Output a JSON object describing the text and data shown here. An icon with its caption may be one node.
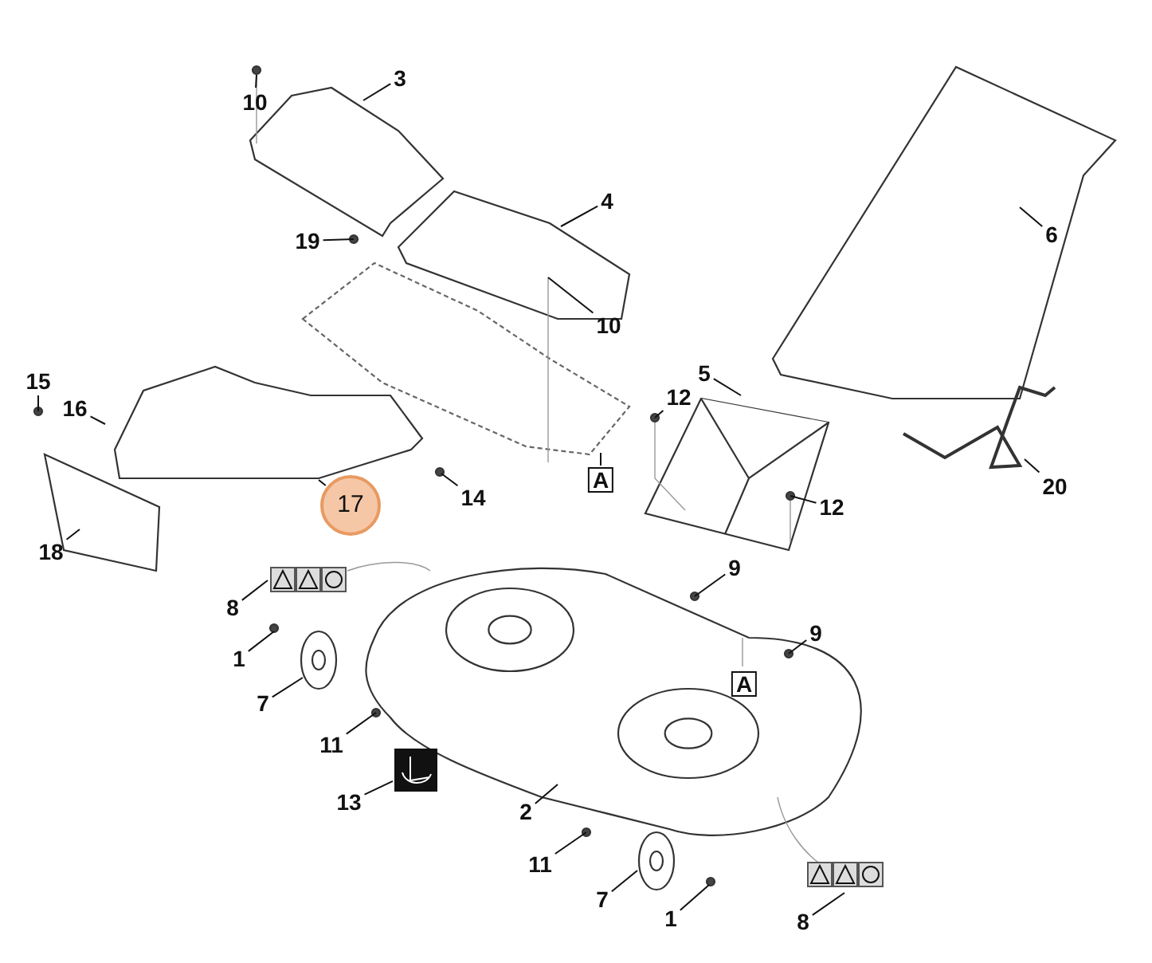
{
  "diagram": {
    "nodes": [
      {
        "text": [
          "10"
        ]
      },
      {
        "text": [
          "3"
        ]
      },
      {
        "text": [
          "4"
        ]
      },
      {
        "text": [
          "19"
        ]
      },
      {
        "text": [
          "10"
        ]
      },
      {
        "text": [
          "6"
        ]
      },
      {
        "text": [
          "15"
        ]
      },
      {
        "text": [
          "16"
        ]
      },
      {
        "text": [
          "5"
        ]
      },
      {
        "text": [
          "12"
        ]
      },
      {
        "text": [
          "A"
        ]
      },
      {
        "text": [
          "17"
        ]
      },
      {
        "text": [
          "14"
        ]
      },
      {
        "text": [
          "12"
        ]
      },
      {
        "text": [
          "20"
        ]
      },
      {
        "text": [
          "18"
        ]
      },
      {
        "text": [
          "9"
        ]
      },
      {
        "text": [
          "8"
        ]
      },
      {
        "text": [
          "9"
        ]
      },
      {
        "text": [
          "1"
        ]
      },
      {
        "text": [
          "A"
        ]
      },
      {
        "text": [
          "7"
        ]
      },
      {
        "text": [
          "11"
        ]
      },
      {
        "text": [
          "13"
        ]
      },
      {
        "text": [
          "2"
        ]
      },
      {
        "text": [
          "11"
        ]
      },
      {
        "text": [
          "7"
        ]
      },
      {
        "text": [
          "1"
        ]
      },
      {
        "text": [
          "8"
        ]
      },
      {
        "text": [],
        "shape": "picture"
      }
    ],
    "edges": [
      {
        "from": 0,
        "to": null,
        "arrow": "none"
      },
      {
        "from": 1,
        "to": null,
        "arrow": "none"
      },
      {
        "from": 2,
        "to": null,
        "arrow": "none"
      },
      {
        "from": 3,
        "to": null,
        "arrow": "none"
      },
      {
        "from": 4,
        "to": null,
        "arrow": "none"
      },
      {
        "from": 5,
        "to": null,
        "arrow": "none"
      },
      {
        "from": 6,
        "to": null,
        "arrow": "none"
      },
      {
        "from": 7,
        "to": null,
        "arrow": "none"
      },
      {
        "from": 8,
        "to": null,
        "arrow": "none"
      },
      {
        "from": 9,
        "to": null,
        "arrow": "none"
      },
      {
        "from": 10,
        "to": null,
        "arrow": "none"
      },
      {
        "from": 11,
        "to": null,
        "arrow": "none"
      },
      {
        "from": 12,
        "to": null,
        "arrow": "none"
      },
      {
        "from": 13,
        "to": null,
        "arrow": "none"
      },
      {
        "from": 14,
        "to": null,
        "arrow": "none"
      },
      {
        "from": 15,
        "to": null,
        "arrow": "none"
      },
      {
        "from": 16,
        "to": null,
        "arrow": "none"
      },
      {
        "from": 17,
        "to": null,
        "arrow": "none"
      },
      {
        "from": 18,
        "to": null,
        "arrow": "none"
      },
      {
        "from": 19,
        "to": null,
        "arrow": "none"
      },
      {
        "from": 21,
        "to": null,
        "arrow": "none"
      },
      {
        "from": 22,
        "to": null,
        "arrow": "none"
      },
      {
        "from": 23,
        "to": 29,
        "arrow": "none"
      },
      {
        "from": 24,
        "to": null,
        "arrow": "none"
      },
      {
        "from": 25,
        "to": null,
        "arrow": "none"
      },
      {
        "from": 26,
        "to": null,
        "arrow": "none"
      },
      {
        "from": 27,
        "to": null,
        "arrow": "none"
      },
      {
        "from": 28,
        "to": null,
        "arrow": "none"
      }
    ]
  }
}
